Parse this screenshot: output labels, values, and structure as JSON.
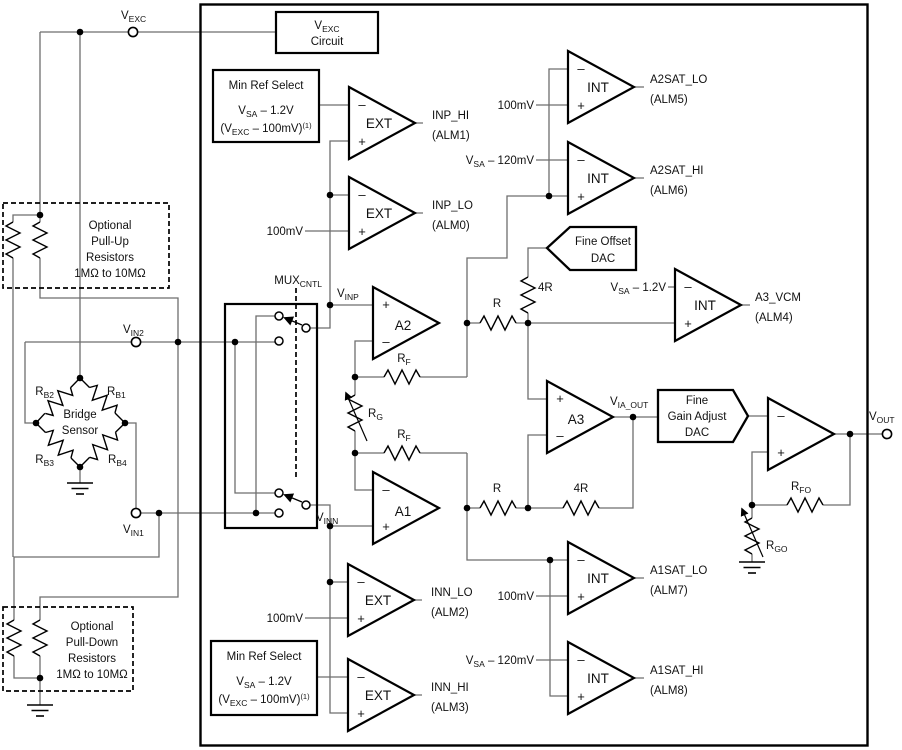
{
  "figure": {
    "type": "circuit-block-diagram"
  },
  "colors": {
    "wire": "#6e6e6e",
    "line": "#000000",
    "background": "#ffffff"
  },
  "signs": {
    "plus": "+",
    "minus": "–"
  },
  "terminals": {
    "vexc": {
      "base": "V",
      "sub": "EXC"
    },
    "vin2": {
      "base": "V",
      "sub": "IN2"
    },
    "vin1": {
      "base": "V",
      "sub": "IN1"
    },
    "vout": {
      "base": "V",
      "sub": "OUT"
    }
  },
  "nets": {
    "vinp": {
      "base": "V",
      "sub": "INP"
    },
    "vinn": {
      "base": "V",
      "sub": "INN"
    },
    "via_out": {
      "base": "V",
      "sub": "IA_OUT"
    },
    "mux_cntl": {
      "base": "MUX",
      "sub": "CNTL"
    }
  },
  "blocks": {
    "vexc_circuit": {
      "line1_base": "V",
      "line1_sub": "EXC",
      "line2": "Circuit"
    },
    "min_ref_select": {
      "title": "Min Ref Select",
      "value_base": "V",
      "value_sub": "SA",
      "value_rest": " – 1.2V",
      "alt_pre": "(V",
      "alt_sub": "EXC",
      "alt_rest": " – 100mV)",
      "alt_note": "(1)"
    },
    "fine_offset_dac": {
      "line1": "Fine Offset",
      "line2": "DAC"
    },
    "fine_gain_dac": {
      "line1": "Fine",
      "line2": "Gain Adjust",
      "line3": "DAC"
    }
  },
  "amps": {
    "a1": "A1",
    "a2": "A2",
    "a3": "A3",
    "ext": "EXT",
    "int": "INT"
  },
  "alarms": {
    "inp_hi": {
      "name": "INP_HI",
      "alm": "(ALM1)"
    },
    "inp_lo": {
      "name": "INP_LO",
      "alm": "(ALM0)"
    },
    "inn_lo": {
      "name": "INN_LO",
      "alm": "(ALM2)"
    },
    "inn_hi": {
      "name": "INN_HI",
      "alm": "(ALM3)"
    },
    "a3_vcm": {
      "name": "A3_VCM",
      "alm": "(ALM4)"
    },
    "a2sat_lo": {
      "name": "A2SAT_LO",
      "alm": "(ALM5)"
    },
    "a2sat_hi": {
      "name": "A2SAT_HI",
      "alm": "(ALM6)"
    },
    "a1sat_lo": {
      "name": "A1SAT_LO",
      "alm": "(ALM7)"
    },
    "a1sat_hi": {
      "name": "A1SAT_HI",
      "alm": "(ALM8)"
    }
  },
  "references": {
    "mv100": "100mV",
    "vsa_minus_120mv": {
      "base": "V",
      "sub": "SA",
      "rest": " – 120mV"
    },
    "vsa_minus_1v2": {
      "base": "V",
      "sub": "SA",
      "rest": " – 1.2V"
    }
  },
  "resistors": {
    "r": "R",
    "four_r": "4R",
    "rf": {
      "base": "R",
      "sub": "F"
    },
    "rg": {
      "base": "R",
      "sub": "G"
    },
    "rfo": {
      "base": "R",
      "sub": "FO"
    },
    "rgo": {
      "base": "R",
      "sub": "GO"
    },
    "rb1": {
      "base": "R",
      "sub": "B1"
    },
    "rb2": {
      "base": "R",
      "sub": "B2"
    },
    "rb3": {
      "base": "R",
      "sub": "B3"
    },
    "rb4": {
      "base": "R",
      "sub": "B4"
    }
  },
  "bridge": {
    "line1": "Bridge",
    "line2": "Sensor"
  },
  "pull_up": {
    "line1": "Optional",
    "line2": "Pull-Up",
    "line3": "Resistors",
    "line4": "1MΩ to 10MΩ"
  },
  "pull_down": {
    "line1": "Optional",
    "line2": "Pull-Down",
    "line3": "Resistors",
    "line4": "1MΩ to 10MΩ"
  }
}
